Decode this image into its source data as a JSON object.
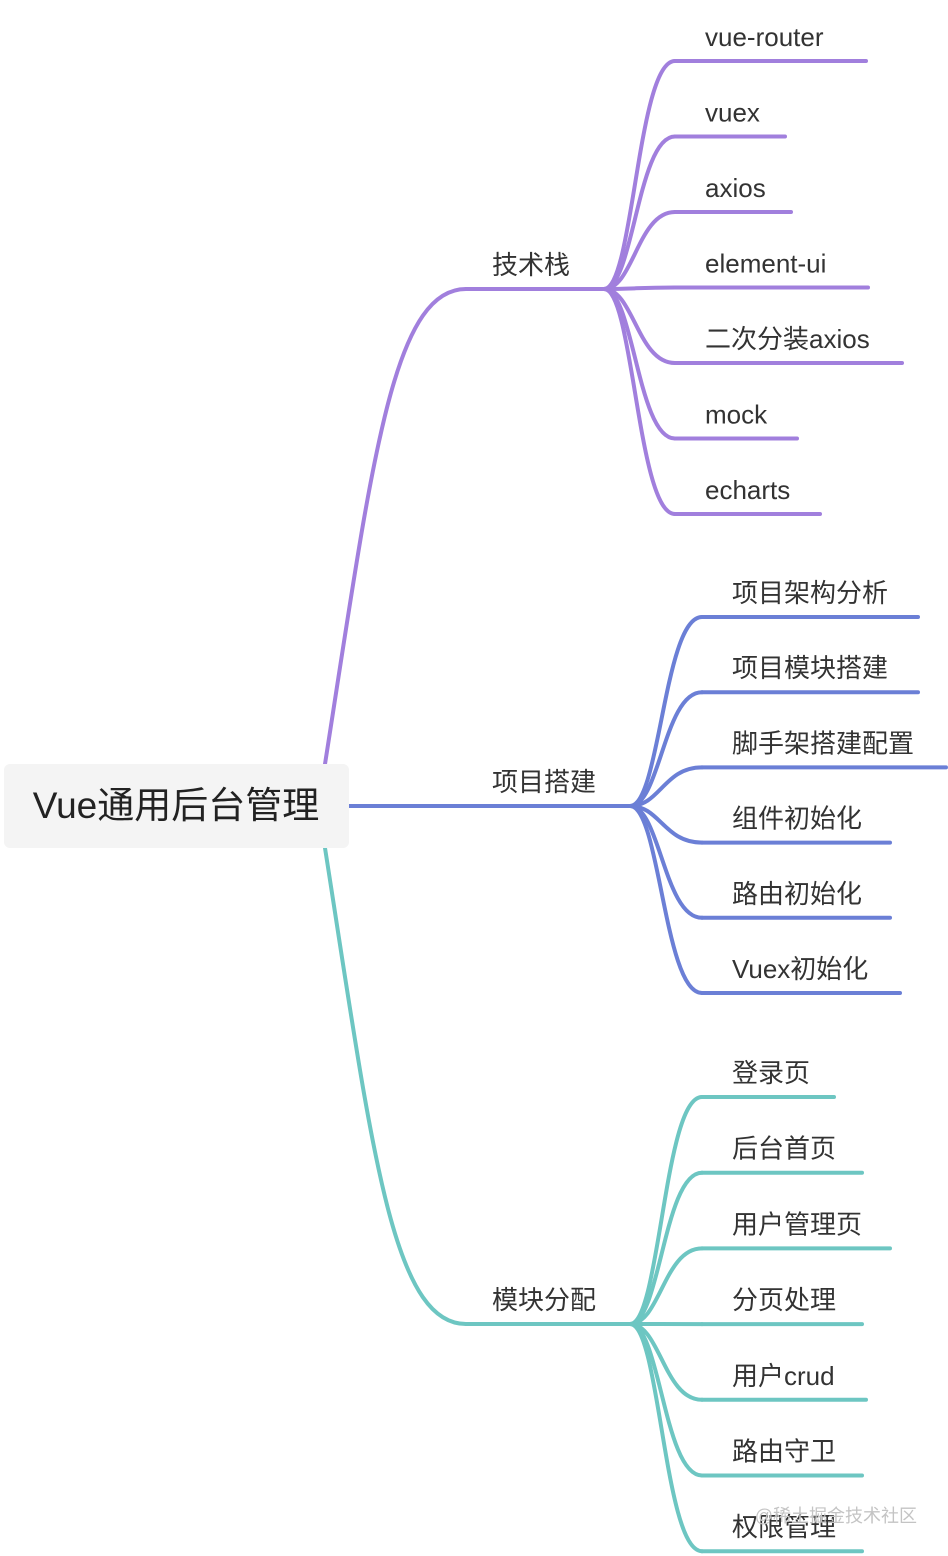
{
  "root": {
    "label": "Vue通用后台管理"
  },
  "colors": {
    "root_box": "#f4f4f4",
    "text": "#333333",
    "watermark": "#c4c4c4"
  },
  "branches": [
    {
      "label": "技术栈",
      "color": "#a17fdd",
      "children": [
        "vue-router",
        "vuex",
        "axios",
        "element-ui",
        "二次分装axios",
        "mock",
        "echarts"
      ]
    },
    {
      "label": "项目搭建",
      "color": "#6b7fd6",
      "children": [
        "项目架构分析",
        "项目模块搭建",
        "脚手架搭建配置",
        "组件初始化",
        "路由初始化",
        "Vuex初始化"
      ]
    },
    {
      "label": "模块分配",
      "color": "#6dc6c2",
      "children": [
        "登录页",
        "后台首页",
        "用户管理页",
        "分页处理",
        "用户crud",
        "路由守卫",
        "权限管理"
      ]
    }
  ],
  "watermark": {
    "text": "@稀土掘金技术社区"
  }
}
